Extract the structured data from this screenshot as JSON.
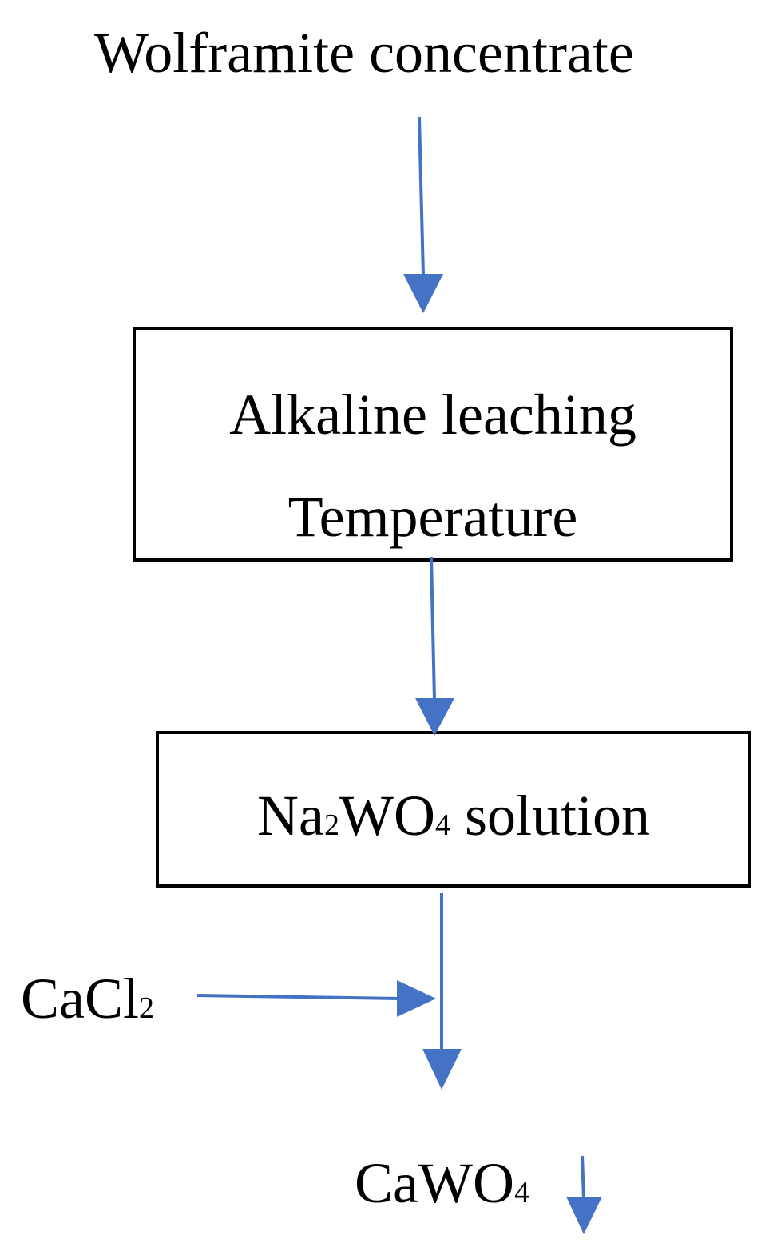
{
  "title": "Wolframite concentrate",
  "steps": [
    {
      "line1": "Alkaline leaching",
      "line2": "Temperature"
    },
    {
      "prefix": "Na",
      "sub1": "2",
      "mid": "WO",
      "sub2": "4",
      "suffix": " solution"
    }
  ],
  "reagent": {
    "base": "CaCl",
    "sub": "2"
  },
  "product": {
    "base": "CaWO",
    "sub": "4"
  },
  "colors": {
    "arrow": "#4472C4",
    "box_border": "#000000",
    "text": "#000000"
  }
}
